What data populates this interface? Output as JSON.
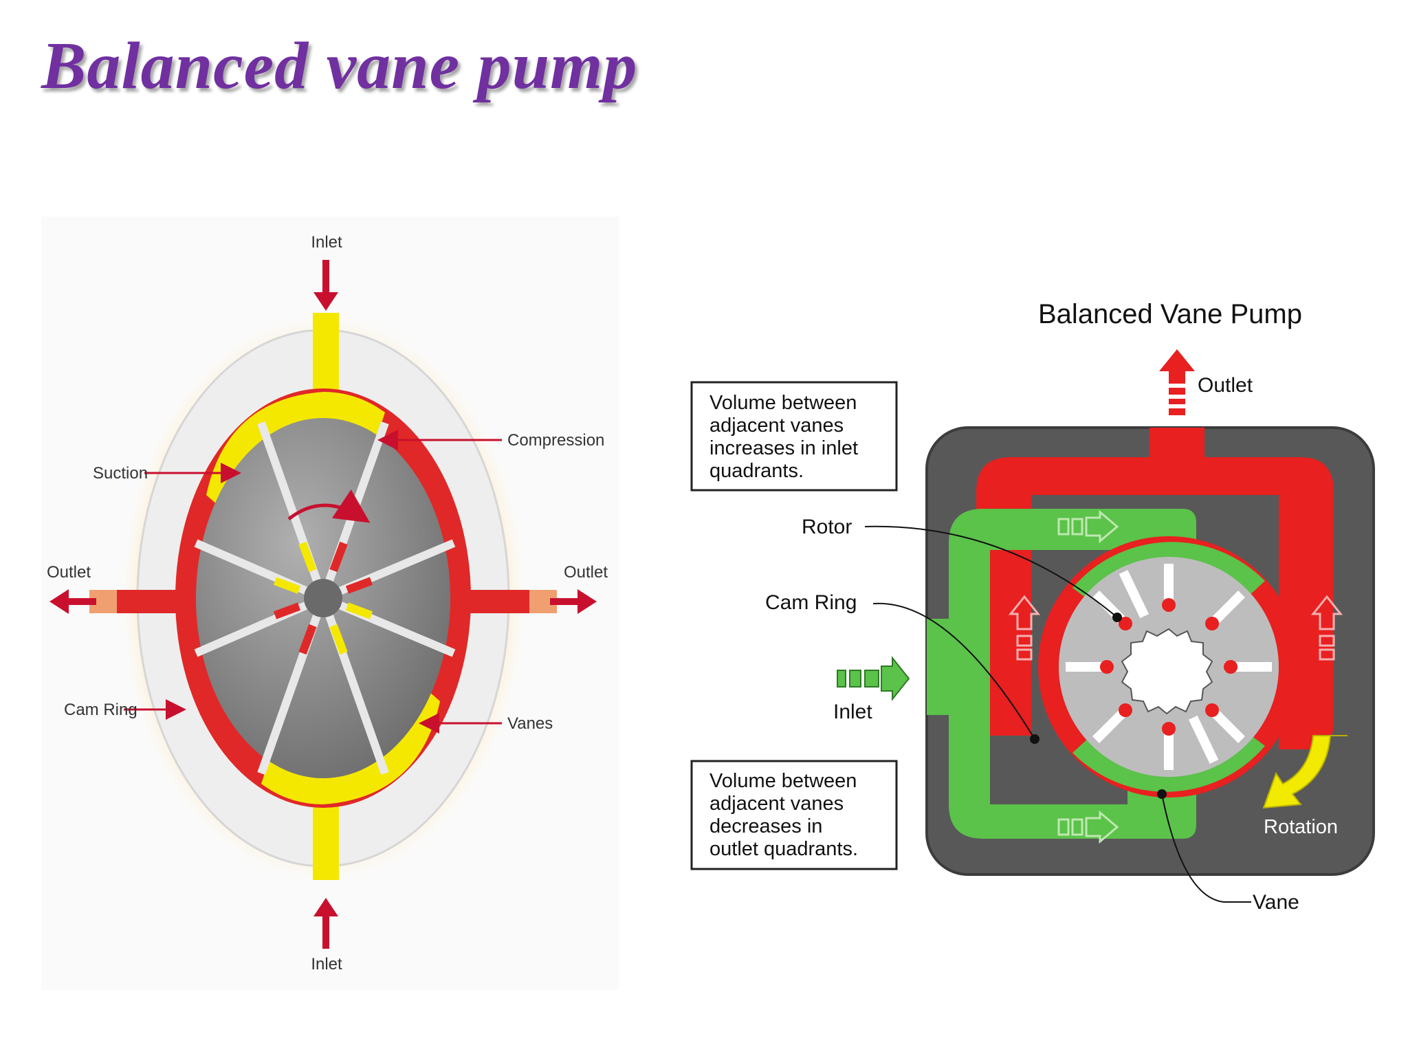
{
  "title": "Balanced vane pump",
  "left_diagram": {
    "labels": {
      "inlet_top": "Inlet",
      "inlet_bottom": "Inlet",
      "outlet_left": "Outlet",
      "outlet_right": "Outlet",
      "suction": "Suction",
      "compression": "Compression",
      "cam_ring": "Cam Ring",
      "vanes": "Vanes"
    },
    "colors": {
      "suction": "#f5e800",
      "compression": "#e02828",
      "rotor": "#8f8f8f",
      "ring": "#e8e8e8",
      "arrow": "#c8102e"
    }
  },
  "right_diagram": {
    "title": "Balanced Vane Pump",
    "labels": {
      "outlet": "Outlet",
      "inlet": "Inlet",
      "rotor": "Rotor",
      "cam_ring": "Cam Ring",
      "rotation": "Rotation",
      "vane": "Vane"
    },
    "notes": {
      "top": [
        "Volume between",
        "adjacent vanes",
        "increases in inlet",
        "quadrants."
      ],
      "bottom": [
        "Volume between",
        "adjacent vanes",
        "decreases in",
        "outlet quadrants."
      ]
    },
    "colors": {
      "housing": "#585858",
      "pressure": "#e82020",
      "suction": "#5bc24a",
      "rotor": "#bdbdbd",
      "rotation_arrow": "#f2ea00"
    }
  }
}
